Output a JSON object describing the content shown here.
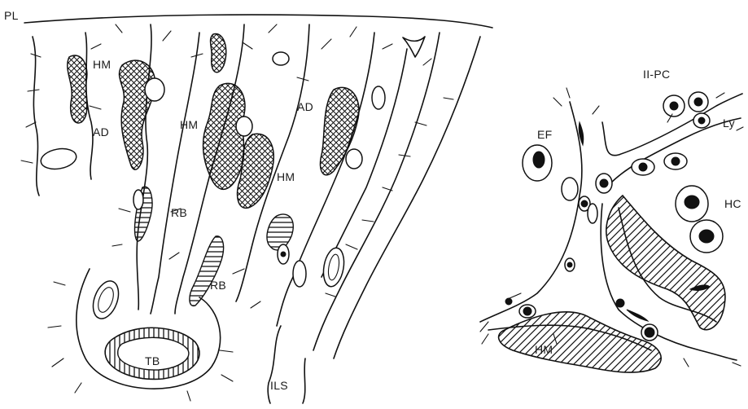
{
  "left_panel": {
    "labels": {
      "pl": "PL",
      "hm1": "HM",
      "hm2": "HM",
      "hm3": "HM",
      "ad1": "AD",
      "ad2": "AD",
      "rb1": "RB",
      "rb2": "RB",
      "tb": "TB",
      "ils": "ILS"
    }
  },
  "right_panel": {
    "labels": {
      "iipc": "II-PC",
      "ly": "Ly",
      "ef": "EF",
      "hc": "HC",
      "hm": "HM"
    }
  }
}
